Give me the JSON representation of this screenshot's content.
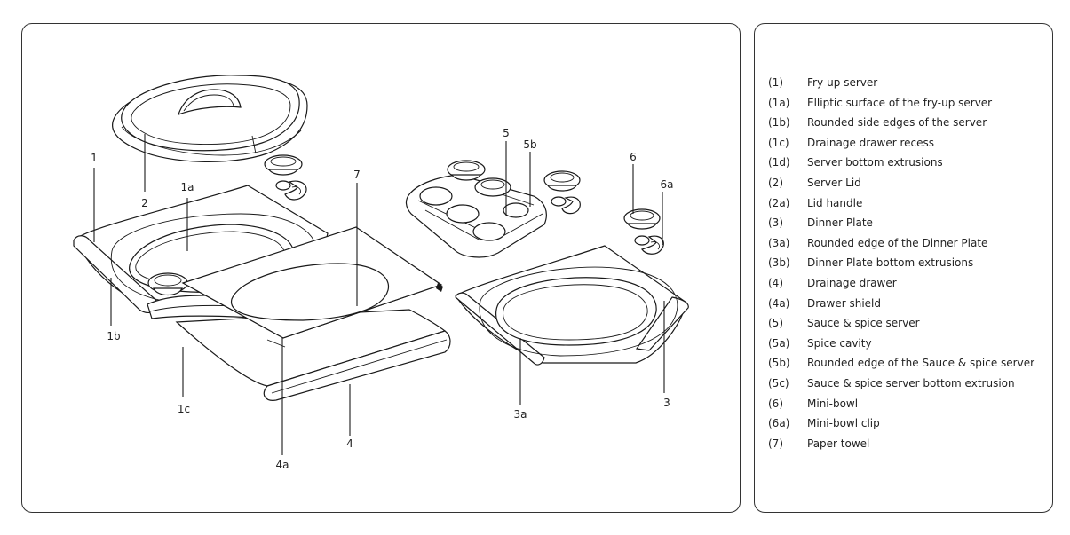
{
  "callouts": {
    "c1": "1",
    "c1a": "1a",
    "c1b": "1b",
    "c1c": "1c",
    "c2": "2",
    "c3": "3",
    "c3a": "3a",
    "c4": "4",
    "c4a": "4a",
    "c5": "5",
    "c5b": "5b",
    "c6": "6",
    "c6a": "6a",
    "c7": "7"
  },
  "legend": [
    {
      "code": "(1)",
      "text": "Fry-up server"
    },
    {
      "code": "(1a)",
      "text": "Elliptic surface of the fry-up server"
    },
    {
      "code": "(1b)",
      "text": "Rounded side edges of the server"
    },
    {
      "code": "(1c)",
      "text": "Drainage drawer recess"
    },
    {
      "code": "(1d)",
      "text": "Server bottom extrusions"
    },
    {
      "code": "(2)",
      "text": "Server Lid"
    },
    {
      "code": "(2a)",
      "text": "Lid handle"
    },
    {
      "code": "(3)",
      "text": "Dinner Plate"
    },
    {
      "code": "(3a)",
      "text": "Rounded edge of the Dinner Plate"
    },
    {
      "code": "(3b)",
      "text": "Dinner Plate bottom extrusions"
    },
    {
      "code": "(4)",
      "text": "Drainage drawer"
    },
    {
      "code": "(4a)",
      "text": "Drawer shield"
    },
    {
      "code": "(5)",
      "text": "Sauce & spice server"
    },
    {
      "code": "(5a)",
      "text": "Spice cavity"
    },
    {
      "code": "(5b)",
      "text": "Rounded edge of the Sauce & spice server"
    },
    {
      "code": "(5c)",
      "text": "Sauce & spice server bottom extrusion"
    },
    {
      "code": "(6)",
      "text": "Mini-bowl"
    },
    {
      "code": "(6a)",
      "text": "Mini-bowl clip"
    },
    {
      "code": "(7)",
      "text": "Paper towel"
    }
  ]
}
